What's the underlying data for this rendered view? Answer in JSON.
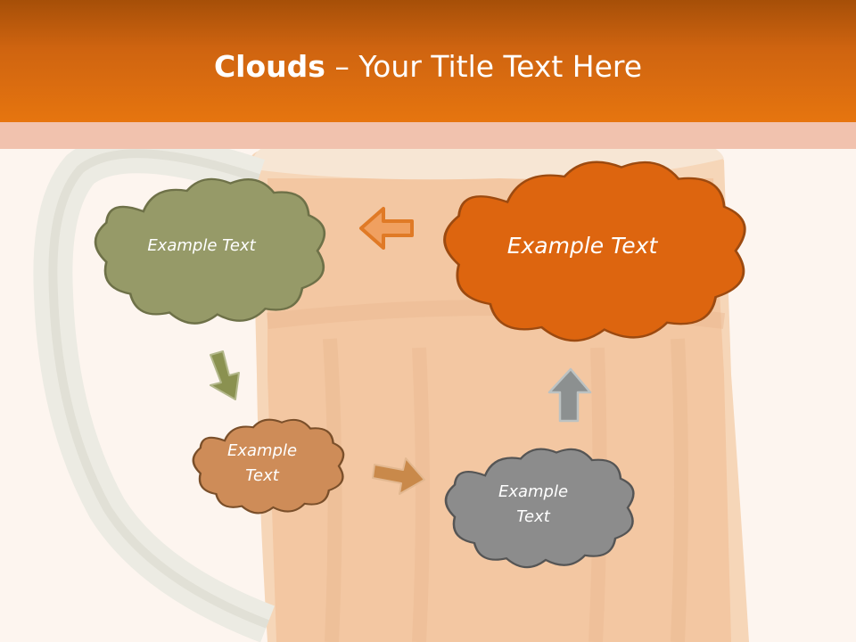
{
  "slide": {
    "title_bold": "Clouds",
    "title_dash": " – ",
    "title_rest": "Your Title Text Here"
  },
  "clouds": [
    {
      "label": "Example Text",
      "color": "#969a68"
    },
    {
      "label": "Example Text",
      "color": "#dd650f"
    },
    {
      "label": "Example Text",
      "color": "#ce8c58"
    },
    {
      "label": "Example Text",
      "color": "#8c8c8c"
    }
  ],
  "colors": {
    "header": "#e6750f",
    "band": "#f1c2ae",
    "background": "#fdf5ef",
    "arrow_orange": "#e07a26",
    "arrow_olive": "#8a9150",
    "arrow_tan": "#c9894a",
    "arrow_gray": "#8c9090"
  }
}
